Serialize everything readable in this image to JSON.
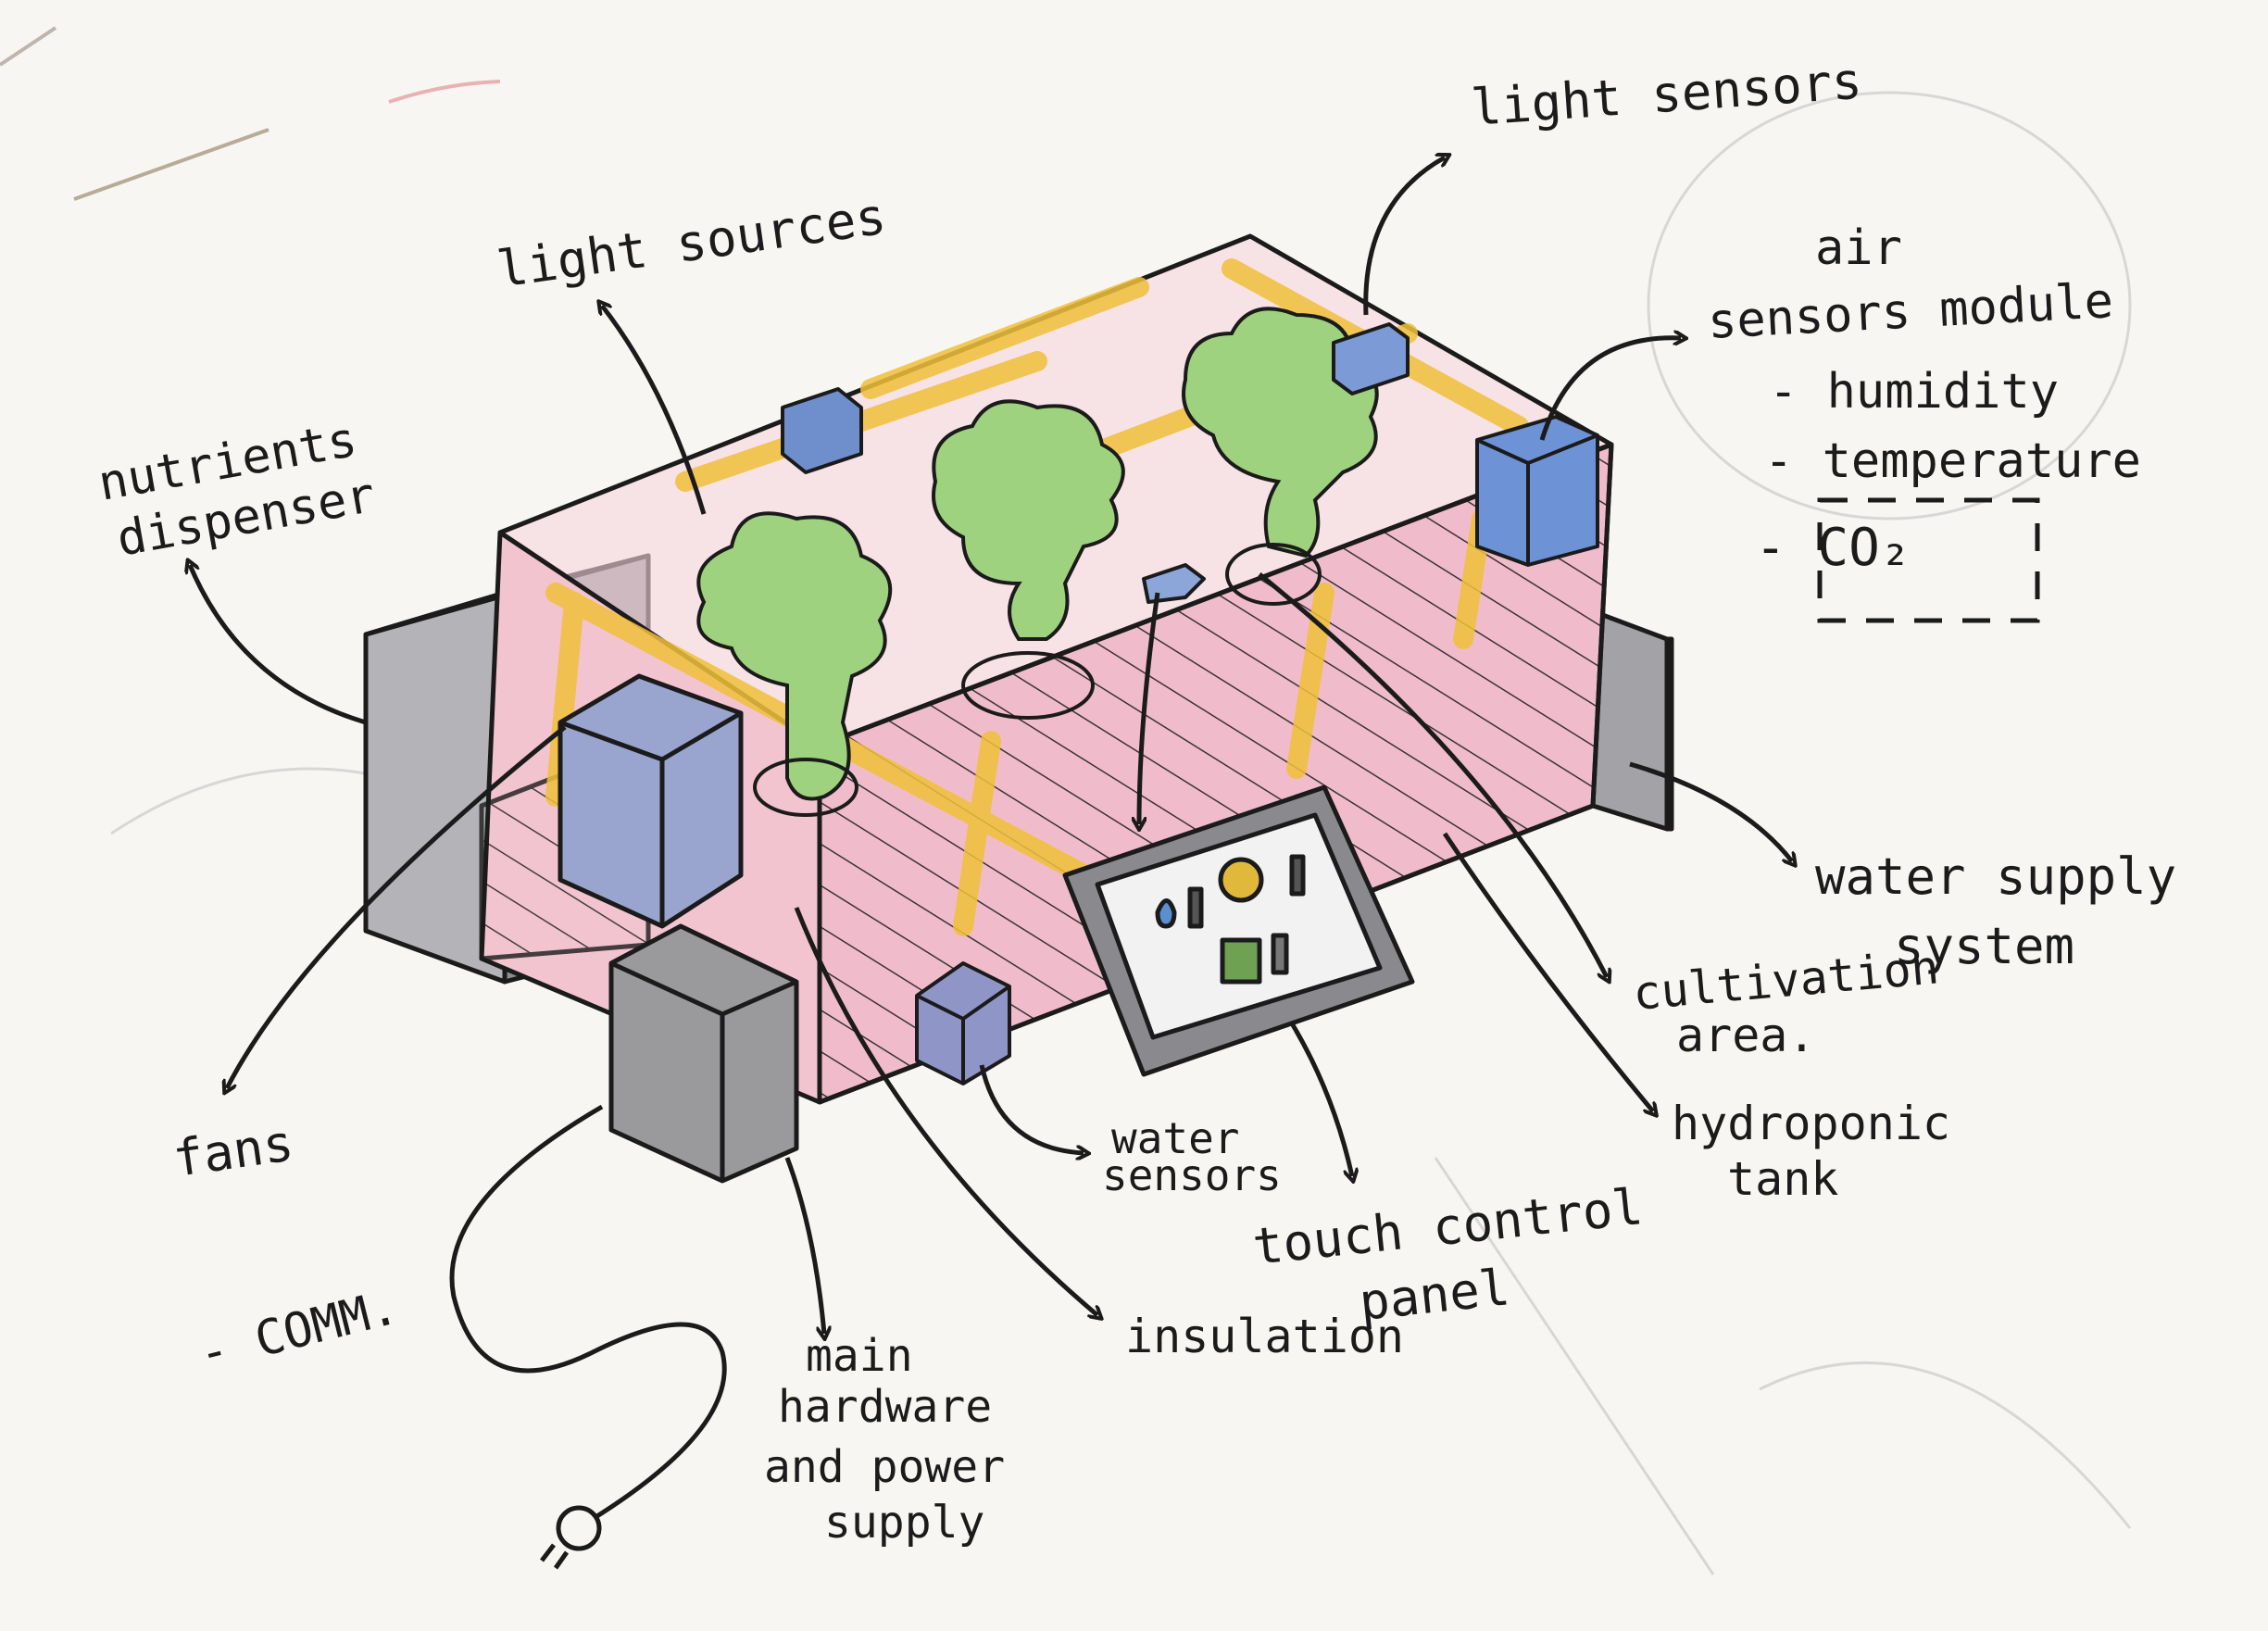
{
  "labels": {
    "light_sensors": "light sensors",
    "light_sources": "light sources",
    "air": "air",
    "sensors_module": "sensors module",
    "humidity": "- humidity",
    "temperature": "- temperature",
    "co2": "- CO₂",
    "nutrients": "nutrients",
    "dispenser": "dispenser",
    "water_supply": "water supply",
    "system": "system",
    "cultivation": "cultivation",
    "area": "area.",
    "hydroponic": "hydroponic",
    "tank": "tank",
    "fans": "fans",
    "water": "water",
    "sensors": "sensors",
    "touch_control": "touch control",
    "panel": "panel",
    "comm": "- COMM.",
    "insulation": "insulation",
    "main": "main",
    "hardware": "hardware",
    "and_power": "and power",
    "supply": "supply"
  },
  "colors": {
    "ink": "#1b1b1b",
    "paper": "#f7f6f3",
    "pink": "#f2c4d0",
    "grey_box": "#a9a9ad",
    "blue_box": "#7f9bd0",
    "plant_green": "#8fcf72",
    "light_yellow": "#f0c13a"
  }
}
